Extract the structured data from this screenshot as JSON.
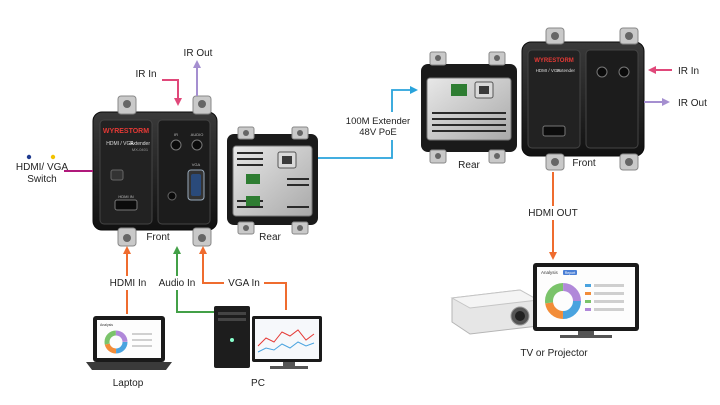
{
  "labels": {
    "ir_out_left": "IR Out",
    "ir_in_left": "IR In",
    "switch_line1": "HDMI/ VGA",
    "switch_line2": "Switch",
    "front_left": "Front",
    "rear_left": "Rear",
    "extender_line1": "100M Extender",
    "extender_line2": "48V PoE",
    "rear_right": "Rear",
    "front_right": "Front",
    "ir_in_right": "IR In",
    "ir_out_right": "IR Out",
    "hdmi_out": "HDMI OUT",
    "hdmi_in": "HDMI In",
    "audio_in": "Audio In",
    "vga_in": "VGA In",
    "laptop": "Laptop",
    "pc": "PC",
    "tv": "TV or Projector"
  },
  "device_print": {
    "brand": "WYRESTORM",
    "model_line1": "HDMI / VGA",
    "model_line2": "Extender",
    "sku": "MX-0401",
    "lbl_hdmi_in": "HDMI IN",
    "lbl_vga": "VGA",
    "lbl_audio": "AUDIO",
    "lbl_ir": "IR"
  },
  "screen_ui": {
    "analysis": "Analysis",
    "tab": "Report"
  },
  "colors": {
    "hdmi": "#ef6c2f",
    "audio": "#43a047",
    "vga": "#ef6c2f",
    "network": "#29a3db",
    "ir_in": "#e0487a",
    "ir_out": "#a58fd0",
    "switch": "#b0197b",
    "dot_blue": "#1f3b8f",
    "dot_yellow": "#f2c200"
  },
  "icons": [
    "laptop-icon",
    "pc-tower-icon",
    "monitor-icon",
    "projector-icon",
    "tv-icon"
  ]
}
